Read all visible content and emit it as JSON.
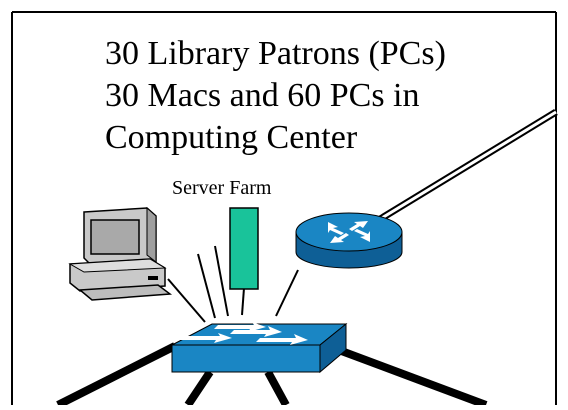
{
  "title_lines": [
    "30 Library Patrons (PCs)",
    "30 Macs and 60 PCs in",
    "Computing Center"
  ],
  "server_farm_label": "Server Farm",
  "colors": {
    "frame": "#000000",
    "device_blue": "#1a86c4",
    "device_dark_blue": "#0e5f96",
    "server_green": "#19c39a",
    "pc_gray": "#c9c9c9",
    "screen_gray": "#a9a9a9"
  },
  "icons": [
    "pc-icon",
    "server-icon",
    "router-icon",
    "switch-icon"
  ]
}
